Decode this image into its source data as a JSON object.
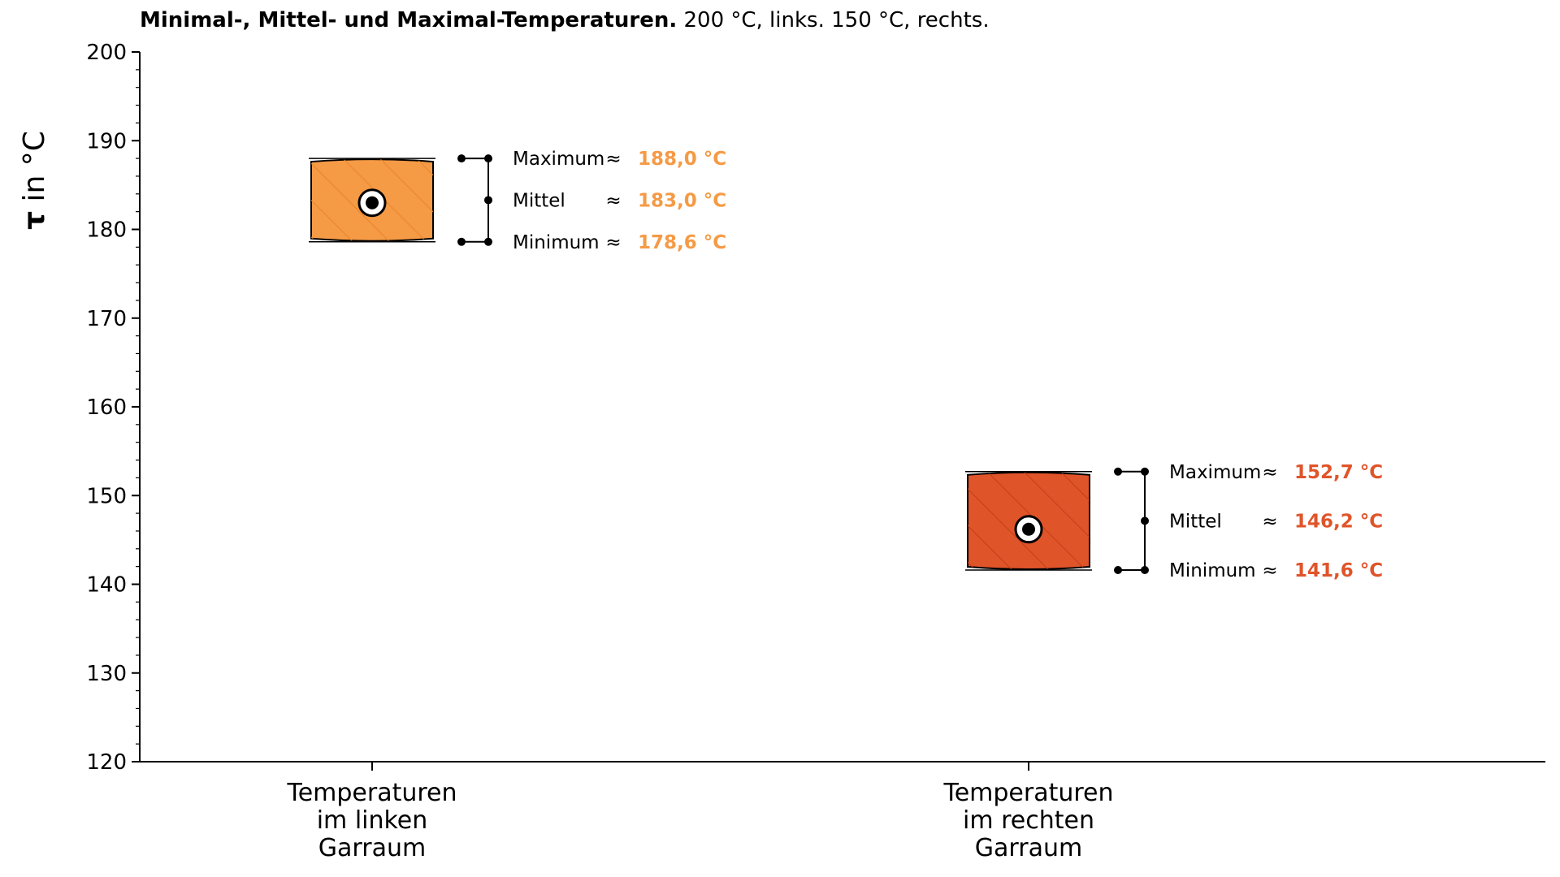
{
  "chart_data": {
    "type": "box",
    "title": "Minimal-, Mittel- und Maximal-Temperaturen.",
    "subtitle": "200 °C, links. 150 °C, rechts.",
    "ylabel_symbol": "τ",
    "ylabel_rest": " in °C",
    "ylim": [
      120,
      200
    ],
    "yticks": [
      "120",
      "130",
      "140",
      "150",
      "160",
      "170",
      "180",
      "190",
      "200"
    ],
    "grid": false,
    "series": [
      {
        "category": [
          "Temperaturen",
          "im linken",
          "Garraum"
        ],
        "min": 178.6,
        "mean": 183.0,
        "max": 188.0,
        "color": "#F59A45",
        "hatch": "#E9842A",
        "labels": {
          "max": "Maximum",
          "mean": "Mittel",
          "min": "Minimum",
          "approx": "≈",
          "max_value": "188,0 °C",
          "mean_value": "183,0 °C",
          "min_value": "178,6 °C"
        }
      },
      {
        "category": [
          "Temperaturen",
          "im rechten",
          "Garraum"
        ],
        "min": 141.6,
        "mean": 146.2,
        "max": 152.7,
        "color": "#E0542A",
        "hatch": "#C23F18",
        "labels": {
          "max": "Maximum",
          "mean": "Mittel",
          "min": "Minimum",
          "approx": "≈",
          "max_value": "152,7 °C",
          "mean_value": "146,2 °C",
          "min_value": "141,6 °C"
        }
      }
    ]
  }
}
